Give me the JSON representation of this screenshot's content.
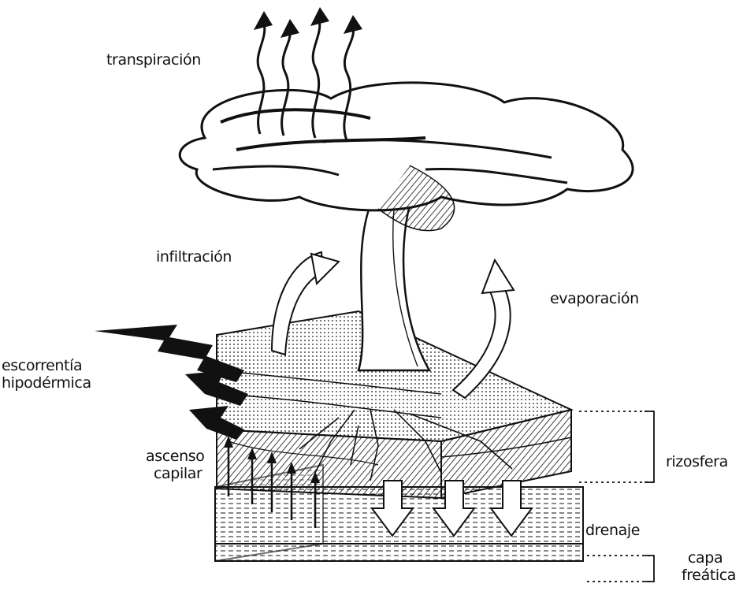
{
  "labels": {
    "transpiracion": "transpiración",
    "infiltracion": "infiltración",
    "evaporacion": "evaporación",
    "escorrentia_line1": "escorrentía",
    "escorrentia_line2": "hipodérmica",
    "ascenso_line1": "ascenso",
    "ascenso_line2": "capilar",
    "rizosfera": "rizosfera",
    "drenaje": "drenaje",
    "capa_line1": "capa",
    "capa_line2": "freática"
  },
  "colors": {
    "ink": "#111111",
    "paper": "#ffffff"
  }
}
